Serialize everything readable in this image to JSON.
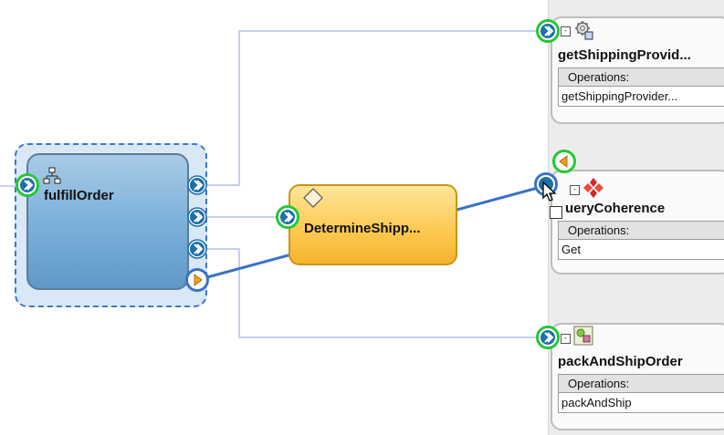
{
  "composite": {
    "name": "fulfillOrder"
  },
  "mediator": {
    "name": "DetermineShipp..."
  },
  "references": [
    {
      "name": "getShippingProvid...",
      "operations_label": "Operations:",
      "operations": [
        "getShippingProvider..."
      ],
      "icon": "web-service-gear-icon"
    },
    {
      "name": "ueryCoherence",
      "operations_label": "Operations:",
      "operations": [
        "Get"
      ],
      "icon": "coherence-adapter-icon"
    },
    {
      "name": "packAndShipOrder",
      "operations_label": "Operations:",
      "operations": [
        "packAndShip"
      ],
      "icon": "bpel-process-icon"
    }
  ],
  "colors": {
    "wire": "#c9cdf0",
    "active_wire": "#3a72c4",
    "port_ring": "#22c934",
    "service_port": "#1f6fa8",
    "reference_port": "#f0a020"
  }
}
